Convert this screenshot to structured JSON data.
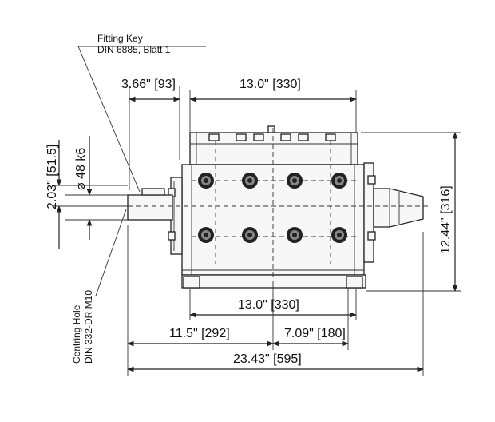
{
  "fitting_key": {
    "line1": "Fitting Key",
    "line2": "DIN 6885, Blatt 1"
  },
  "centring_hole": {
    "line1": "Centring Hole",
    "line2": "DIN 332-DR M10"
  },
  "dimensions": {
    "shaft_length": "3.66\" [93]",
    "top_width": "13.0\" [330]",
    "shaft_diameter": "⌀ 48 k6",
    "shaft_offset": "2.03\" [51.5]",
    "height": "12.44\" [316]",
    "base_width": "13.0\" [330]",
    "left_to_center": "11.5\" [292]",
    "center_to_right": "7.09\" [180]",
    "overall_length": "23.43\" [595]"
  },
  "icons": [
    "bolt-icon",
    "arrow-icon"
  ]
}
